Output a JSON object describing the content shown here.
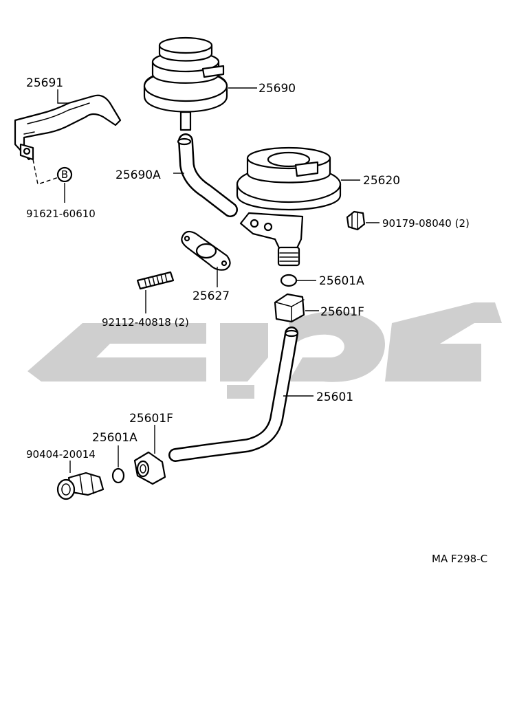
{
  "labels": {
    "p25691": "25691",
    "p25690": "25690",
    "p25690A": "25690A",
    "p91621": "91621-60610",
    "badgeB": "B",
    "p25620": "25620",
    "p90179": "90179-08040 (2)",
    "p25627": "25627",
    "p25601A_top": "25601A",
    "p25601F_top": "25601F",
    "p92112": "92112-40818 (2)",
    "p25601": "25601",
    "p25601F_bot": "25601F",
    "p25601A_bot": "25601A",
    "p90404": "90404-20014",
    "code": "MA  F298-C"
  },
  "colors": {
    "line": "#000000",
    "watermark": "#cfcfcf",
    "background": "#ffffff"
  }
}
